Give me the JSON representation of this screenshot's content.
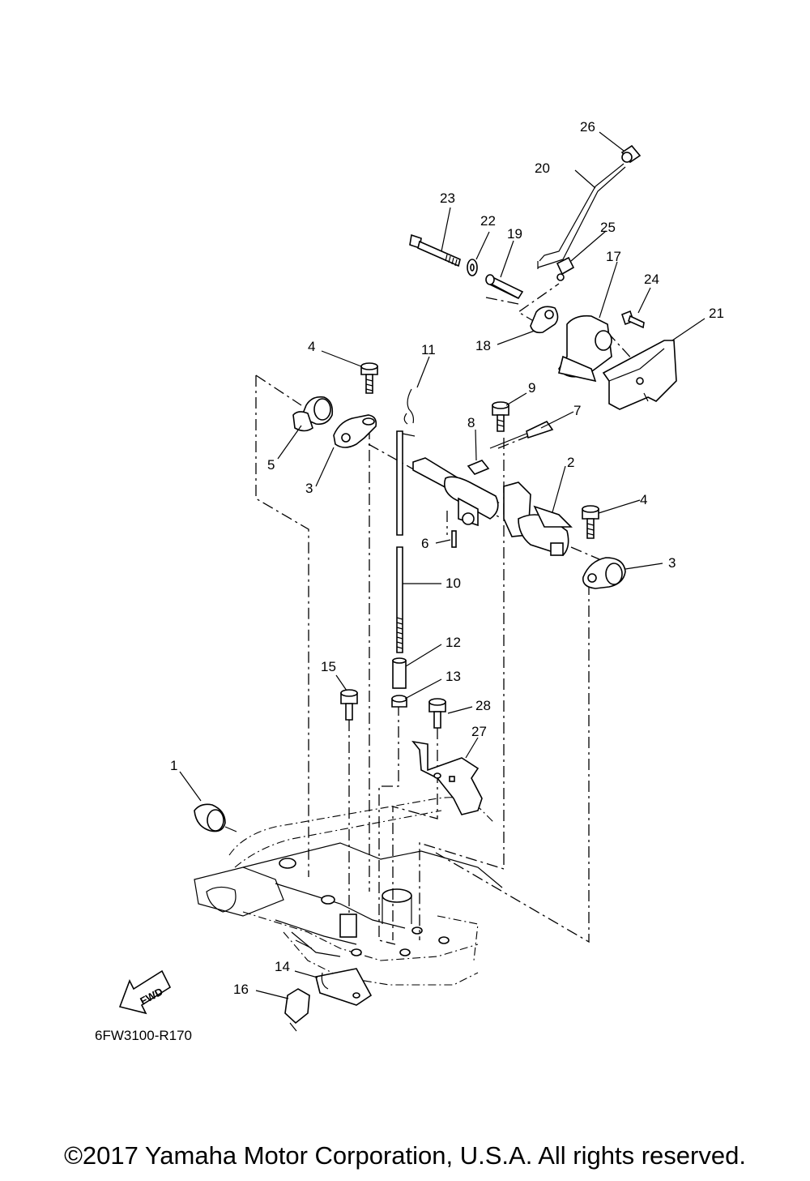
{
  "diagram": {
    "callouts": [
      "1",
      "2",
      "3",
      "3",
      "4",
      "4",
      "5",
      "6",
      "7",
      "8",
      "9",
      "10",
      "11",
      "12",
      "13",
      "14",
      "15",
      "16",
      "17",
      "18",
      "19",
      "20",
      "21",
      "22",
      "23",
      "24",
      "25",
      "26",
      "27",
      "28"
    ],
    "fwd_label": "FWD",
    "figure_code": "6FW3100-R170"
  },
  "copyright": "©2017 Yamaha Motor Corporation, U.S.A. All rights reserved."
}
